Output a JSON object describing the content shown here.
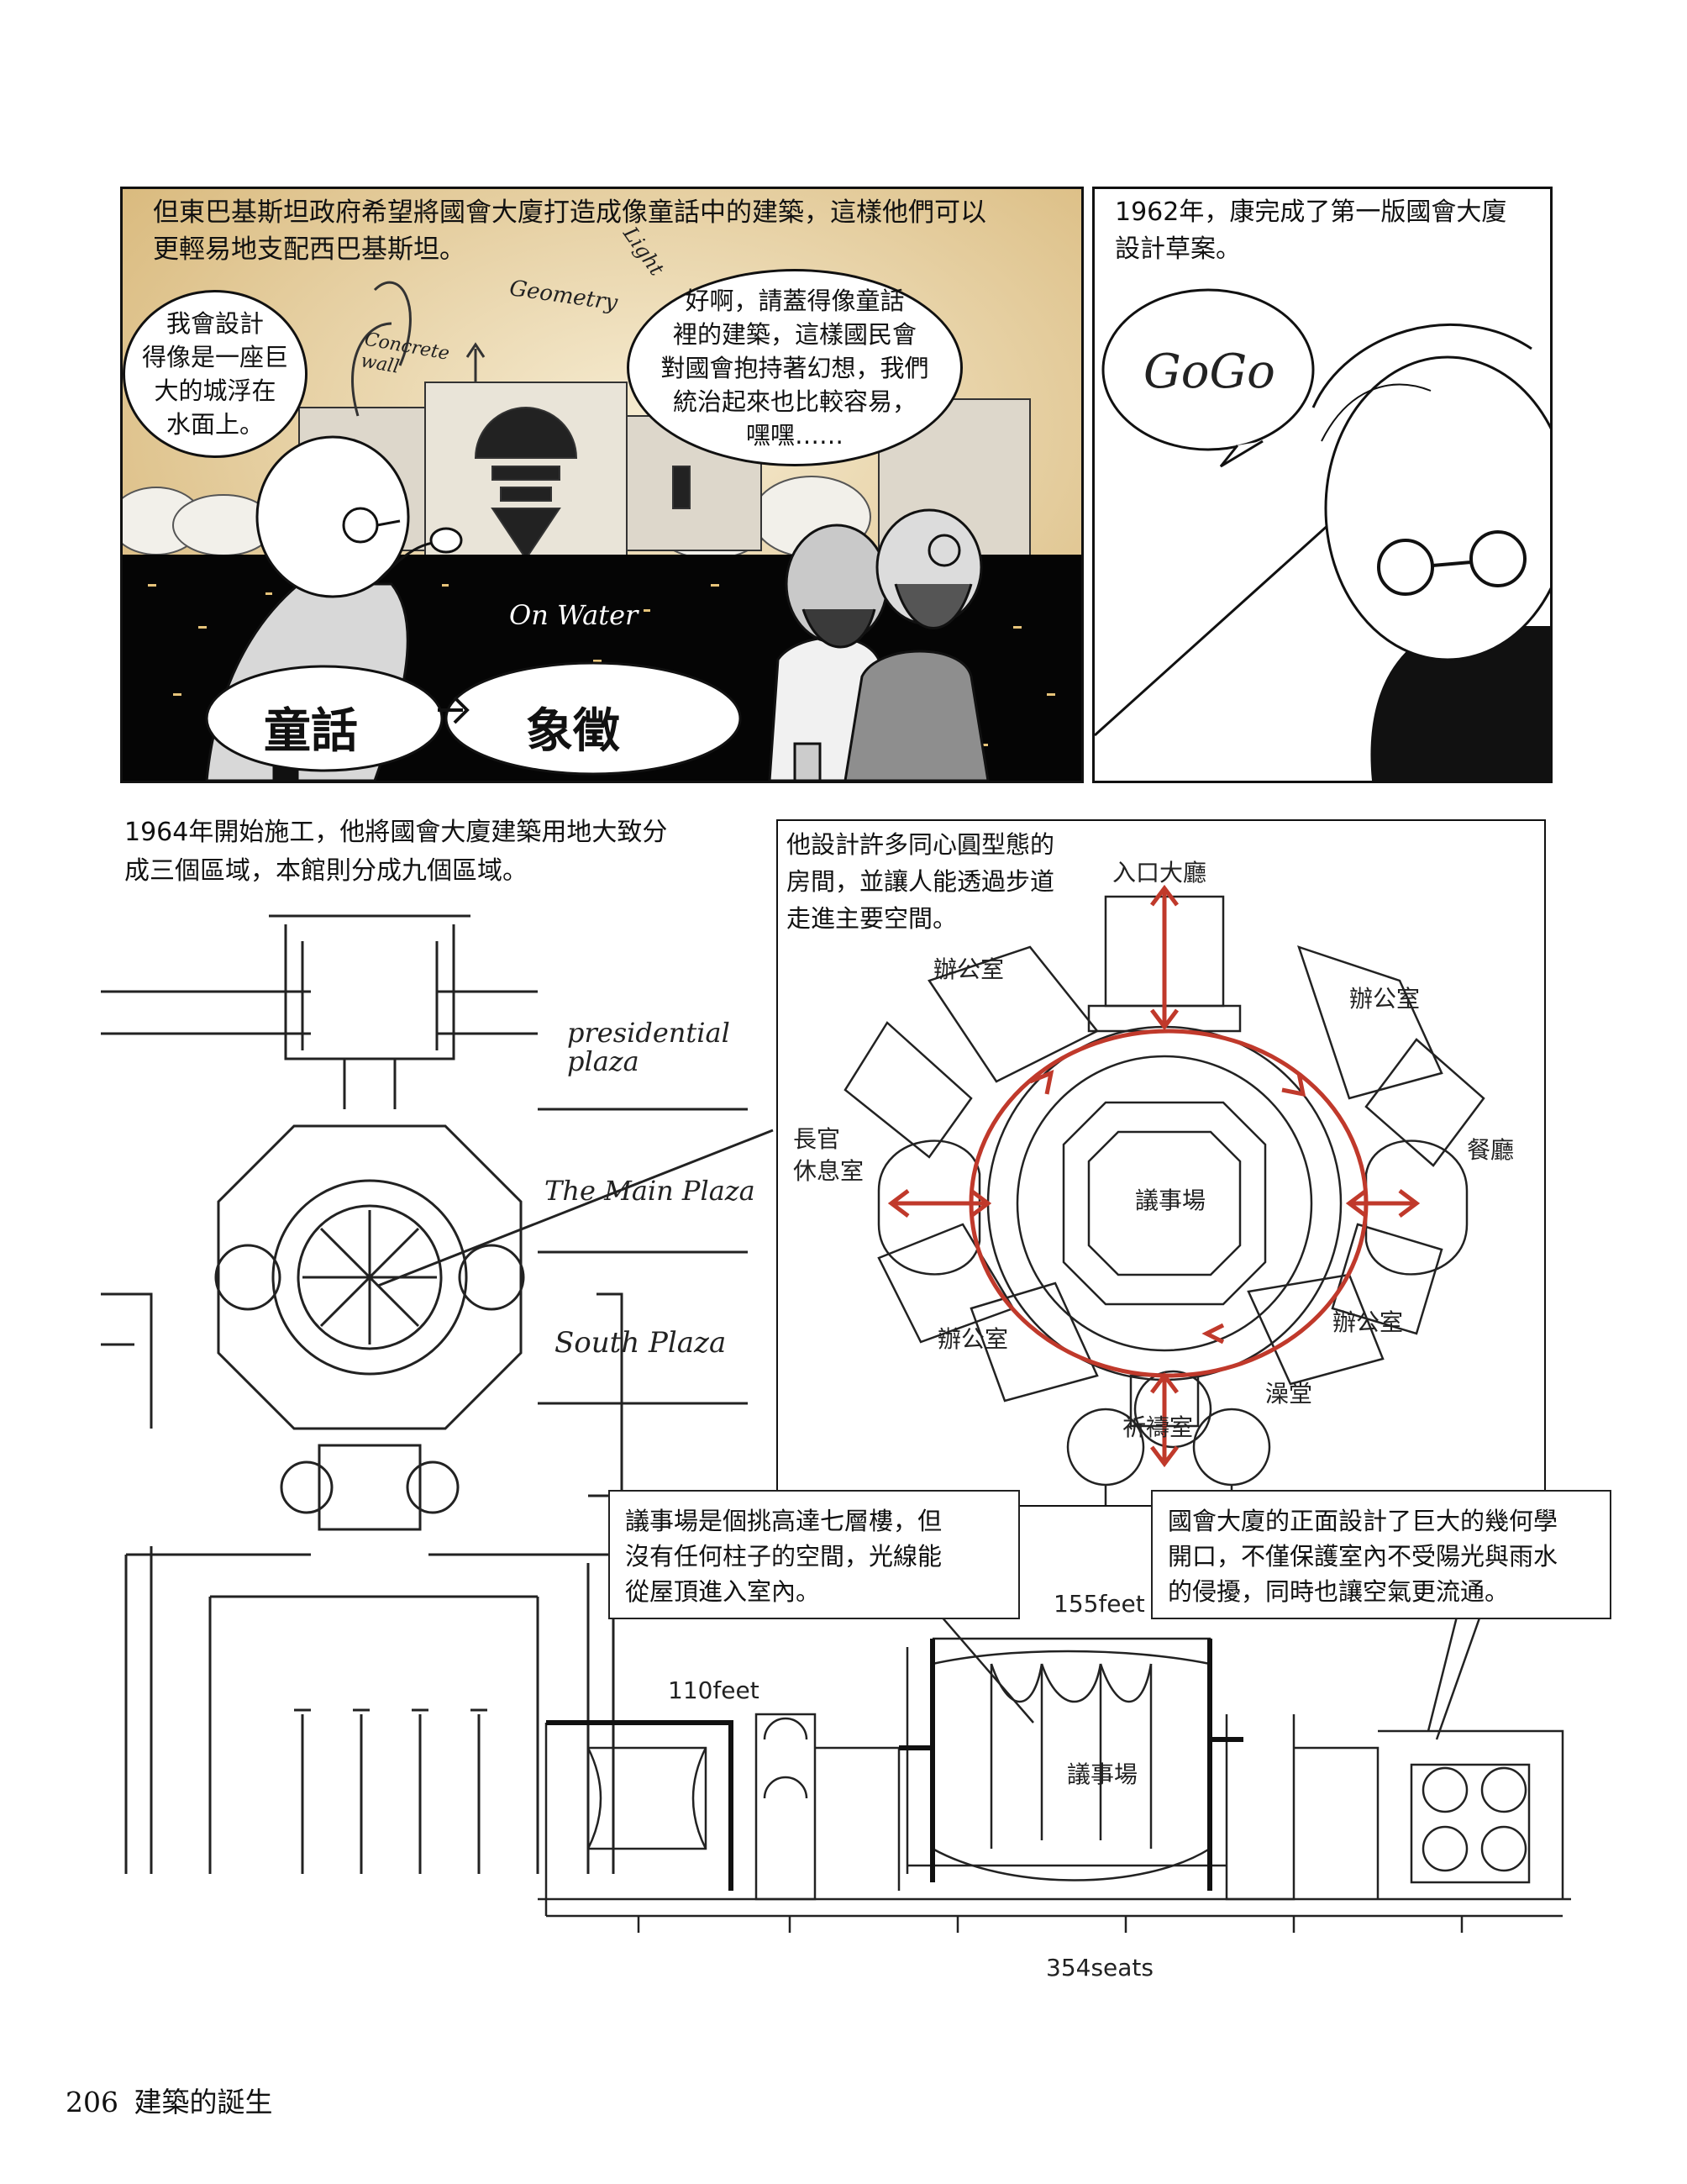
{
  "panel1": {
    "caption": "但東巴基斯坦政府希望將國會大廈打造成像童話中的建築，這樣他們可以\n更輕易地支配西巴基斯坦。",
    "bubble_left": "我會設計\n得像是一座巨\n大的城浮在\n水面上。",
    "bubble_right": "好啊，請蓋得像童話\n裡的建築，這樣國民會\n對國會抱持著幻想，我們\n統治起來也比較容易，\n嘿嘿……",
    "sketch_labels": {
      "light": "Light",
      "geometry": "Geometry",
      "concrete": "Concrete\nwall",
      "on_water": "On Water"
    },
    "word_fairy": "童話",
    "word_symbol": "象徵"
  },
  "panel2": {
    "caption": "1962年，康完成了第一版國會大廈\n設計草案。",
    "bubble": "GoGo"
  },
  "site": {
    "caption": "1964年開始施工，他將國會大廈建築用地大致分\n成三個區域，本館則分成九個區域。",
    "labels": {
      "presidential": "presidential\nplaza",
      "main": "The Main Plaza",
      "south": "South Plaza"
    }
  },
  "plan": {
    "caption": "他設計許多同心圓型態的\n房間，並讓人能透過步道\n走進主要空間。",
    "labels": {
      "entrance": "入口大廳",
      "office_nw": "辦公室",
      "office_ne": "辦公室",
      "chief": "長官\n休息室",
      "chamber": "議事場",
      "dining": "餐廳",
      "office_sw": "辦公室",
      "office_se": "辦公室",
      "bath": "澡堂",
      "prayer": "祈禱室"
    }
  },
  "section": {
    "note_left": "議事場是個挑高達七層樓，但\n沒有任何柱子的空間，光線能\n從屋頂進入室內。",
    "note_right": "國會大廈的正面設計了巨大的幾何學\n開口，不僅保護室內不受陽光與雨水\n的侵擾，同時也讓空氣更流通。",
    "height_high": "155feet",
    "height_low": "110feet",
    "chamber": "議事場",
    "seats": "354seats"
  },
  "footer": {
    "page_number": "206",
    "book_title": "建築的誕生"
  },
  "colors": {
    "sky": "#e7d2a3",
    "ground": "#050505",
    "red": "#c0392b"
  }
}
